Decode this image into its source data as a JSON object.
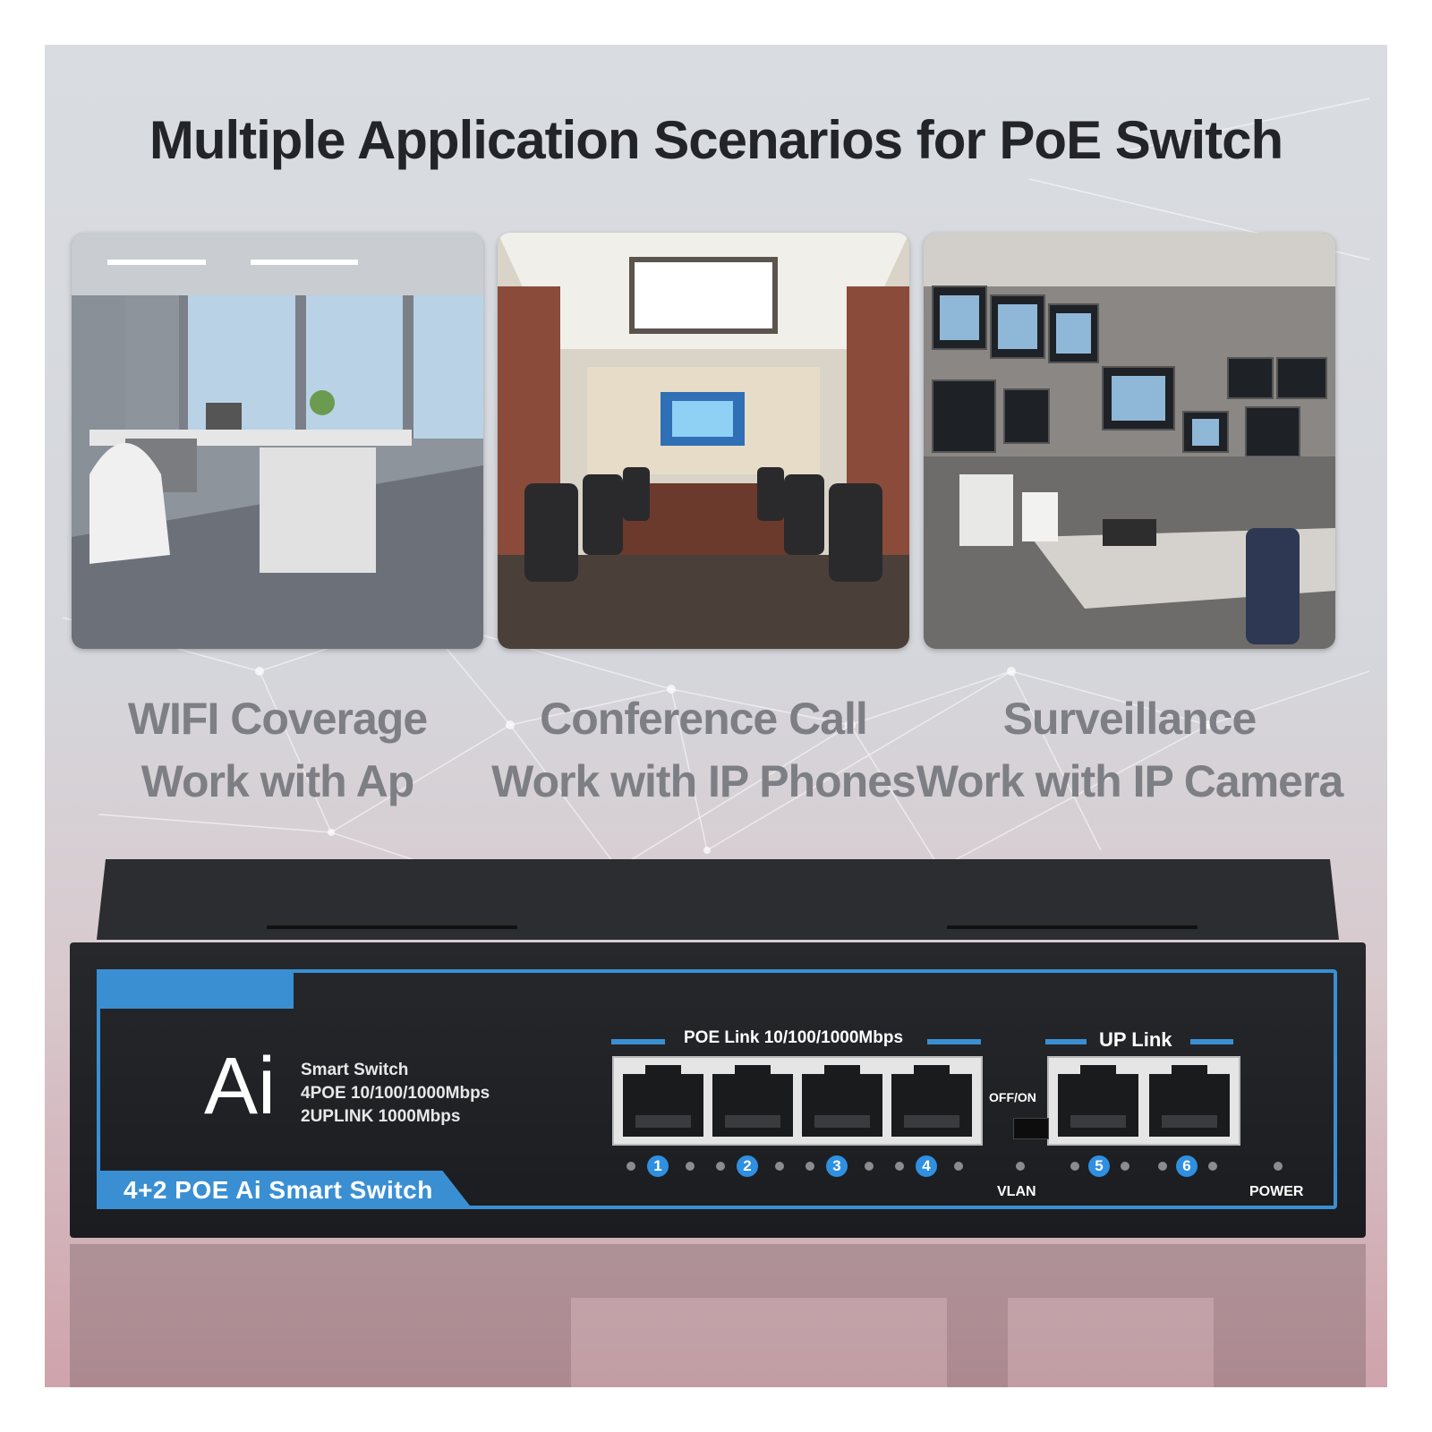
{
  "title": "Multiple Application Scenarios for PoE Switch",
  "scenarios": [
    {
      "line1": "WIFI Coverage",
      "line2": "Work with Ap"
    },
    {
      "line1": "Conference Call",
      "line2": "Work with IP Phones"
    },
    {
      "line1": "Surveillance",
      "line2": "Work with IP Camera"
    }
  ],
  "switch": {
    "logo": "Ai",
    "spec_lines": [
      "Smart Switch",
      "4POE 10/100/1000Mbps",
      "2UPLINK 1000Mbps"
    ],
    "product_name": "4+2 POE Ai Smart Switch",
    "poe_label": "POE Link 10/100/1000Mbps",
    "uplink_label": "UP Link",
    "port_numbers": [
      "1",
      "2",
      "3",
      "4",
      "5",
      "6"
    ],
    "toggle_label": "OFF/ON",
    "vlan_label": "VLAN",
    "power_label": "POWER",
    "accent_color": "#3a8fd3"
  }
}
